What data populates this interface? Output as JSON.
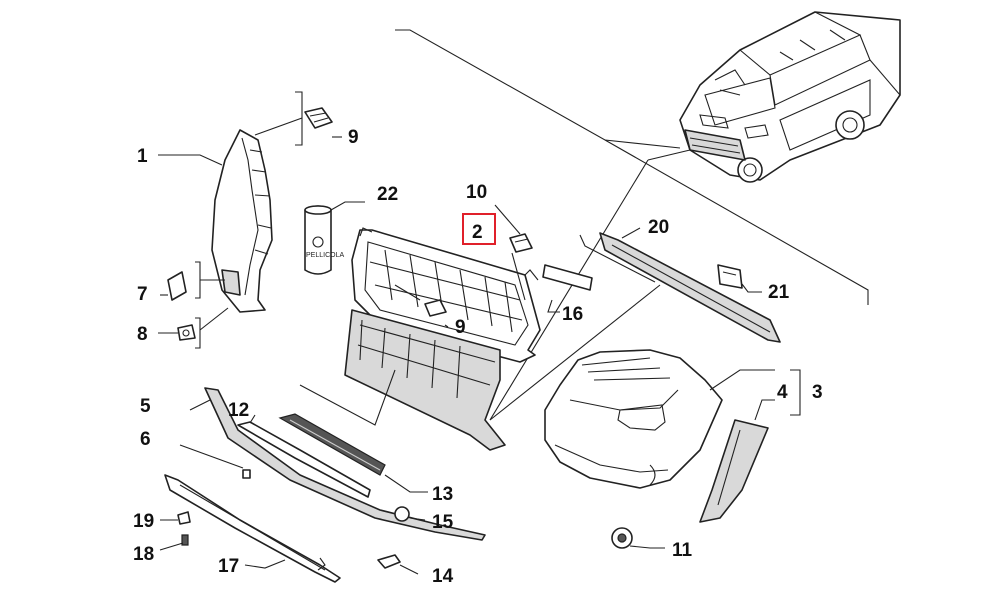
{
  "diagram": {
    "callouts": [
      {
        "id": "c1",
        "text": "1"
      },
      {
        "id": "c2",
        "text": "2"
      },
      {
        "id": "c3",
        "text": "3"
      },
      {
        "id": "c4",
        "text": "4"
      },
      {
        "id": "c5",
        "text": "5"
      },
      {
        "id": "c6",
        "text": "6"
      },
      {
        "id": "c7",
        "text": "7"
      },
      {
        "id": "c8",
        "text": "8"
      },
      {
        "id": "c9a",
        "text": "9"
      },
      {
        "id": "c9b",
        "text": "9"
      },
      {
        "id": "c10",
        "text": "10"
      },
      {
        "id": "c11",
        "text": "11"
      },
      {
        "id": "c12",
        "text": "12"
      },
      {
        "id": "c13",
        "text": "13"
      },
      {
        "id": "c14",
        "text": "14"
      },
      {
        "id": "c15",
        "text": "15"
      },
      {
        "id": "c16",
        "text": "16"
      },
      {
        "id": "c17",
        "text": "17"
      },
      {
        "id": "c18",
        "text": "18"
      },
      {
        "id": "c19",
        "text": "19"
      },
      {
        "id": "c20",
        "text": "20"
      },
      {
        "id": "c21",
        "text": "21"
      },
      {
        "id": "c22",
        "text": "22"
      }
    ],
    "highlighted_callout": "2",
    "highlight_color": "#e0202a",
    "can_label": "PELLICOLA"
  }
}
